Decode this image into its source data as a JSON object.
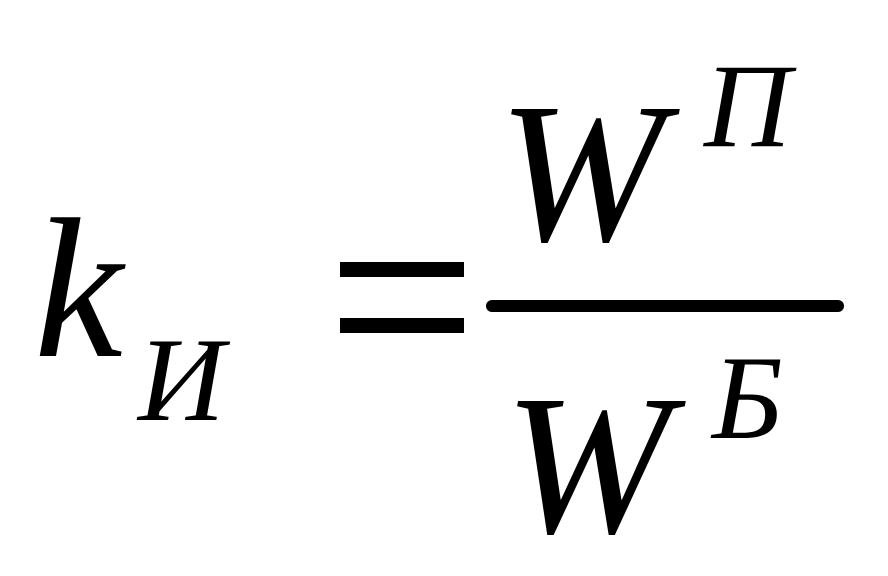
{
  "formula": {
    "lhs": {
      "symbol": "k",
      "subscript": "И"
    },
    "operator": "=",
    "rhs": {
      "numerator": {
        "symbol": "W",
        "superscript": "П"
      },
      "denominator": {
        "symbol": "W",
        "superscript": "Б"
      }
    }
  }
}
